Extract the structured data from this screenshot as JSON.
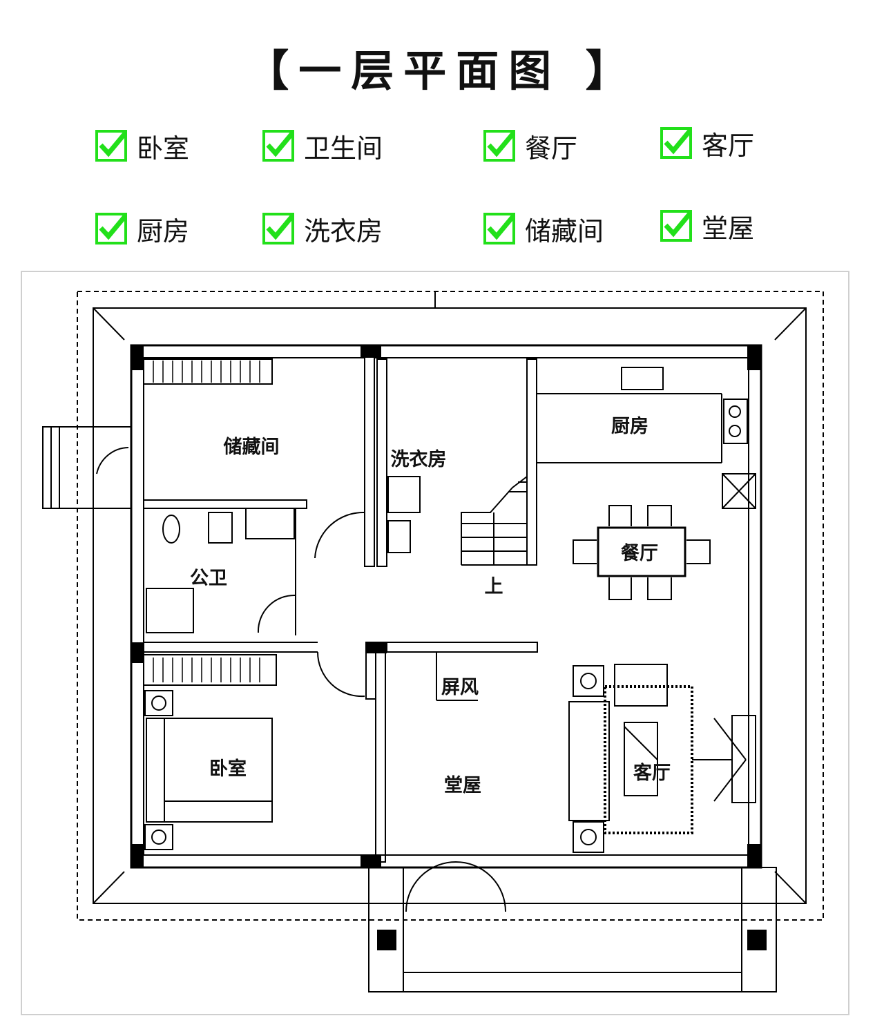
{
  "title": "【一层平面图 】",
  "legend": {
    "items": [
      {
        "label": "卧室"
      },
      {
        "label": "卫生间"
      },
      {
        "label": "餐厅"
      },
      {
        "label": "客厅"
      },
      {
        "label": "厨房"
      },
      {
        "label": "洗衣房"
      },
      {
        "label": "储藏间"
      },
      {
        "label": "堂屋"
      }
    ],
    "check_color": "#22e01a"
  },
  "plan": {
    "rooms": {
      "storage": "储藏间",
      "laundry": "洗衣房",
      "kitchen": "厨房",
      "dining": "餐厅",
      "toilet": "公卫",
      "stairs_up": "上",
      "screen": "屏风",
      "bedroom": "卧室",
      "hall": "堂屋",
      "living": "客厅"
    }
  }
}
